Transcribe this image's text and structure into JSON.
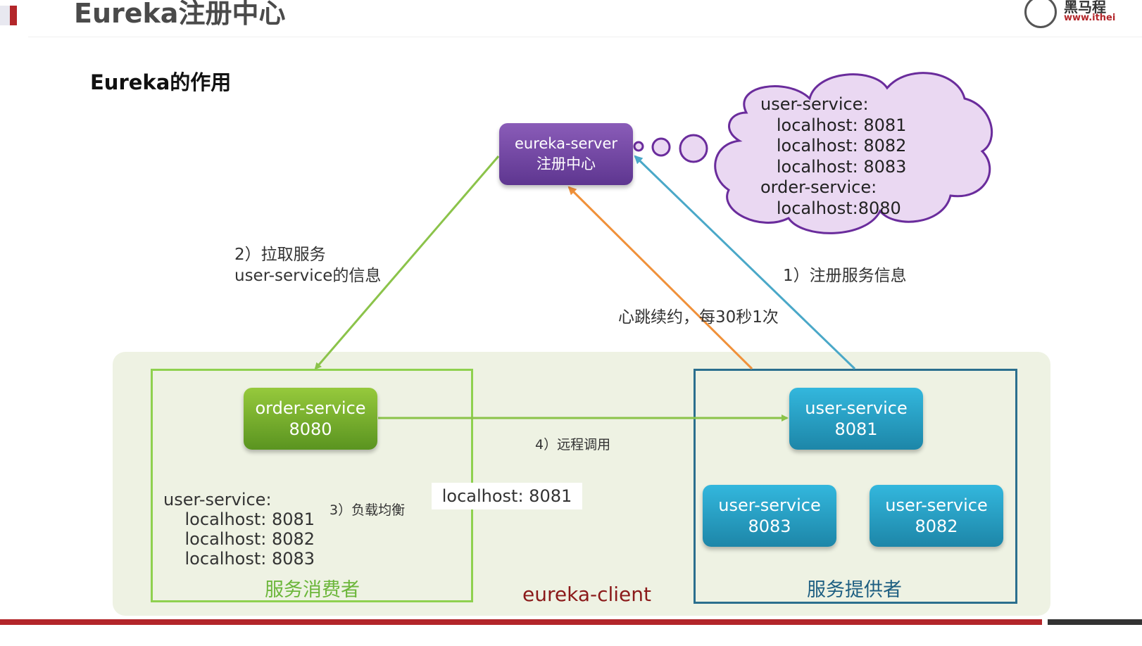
{
  "header": {
    "title": "Eureka注册中心",
    "logo_name": "黑马程",
    "logo_url": "www.ithei"
  },
  "subtitle": "Eureka的作用",
  "server": {
    "line1": "eureka-server",
    "line2": "注册中心"
  },
  "cloud": {
    "text": "user-service:\n   localhost: 8081\n   localhost: 8082\n   localhost: 8083\norder-service:\n   localhost:8080"
  },
  "labels": {
    "pull": "2）拉取服务\nuser-service的信息",
    "register": "1）注册服务信息",
    "heartbeat": "心跳续约，每30秒1次",
    "remote_call": "4）远程调用",
    "load_balance": "3）负载均衡"
  },
  "consumer": {
    "service_name": "order-service",
    "port": "8080",
    "list": "user-service:\n    localhost: 8081\n    localhost: 8082\n    localhost: 8083",
    "chosen": "localhost: 8081",
    "group_label": "服务消费者"
  },
  "providers": [
    {
      "name": "user-service",
      "port": "8081"
    },
    {
      "name": "user-service",
      "port": "8083"
    },
    {
      "name": "user-service",
      "port": "8082"
    }
  ],
  "provider_group_label": "服务提供者",
  "client_label": "eureka-client",
  "colors": {
    "server": "#6b3fa0",
    "consumer": "#7ab62f",
    "provider": "#29a3c9",
    "pull_arrow": "#8bc34a",
    "register_arrow": "#4aa8c8",
    "heartbeat_arrow": "#f0913a",
    "accent": "#b3262a"
  }
}
